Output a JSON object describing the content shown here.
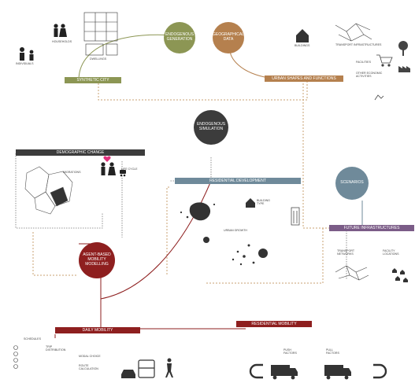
{
  "colors": {
    "olive": "#8c9654",
    "brown": "#b5804e",
    "dark": "#3c3c3c",
    "slate": "#6f8a9a",
    "purple": "#7b5c87",
    "red": "#8e1f1f",
    "heart": "#e0307b",
    "dotted": "#c8a070"
  },
  "circles": {
    "endo_gen": "ENDOGENOUS GENERATION",
    "geo_data": "GEOGRAPHICAL DATA",
    "endo_sim": "ENDOGENOUS SIMULATION",
    "scenarios": "SCENARIOS",
    "agent": "AGENT-BASED MOBILITY MODELLING"
  },
  "bars": {
    "synthetic": "SYNTHETIC CITY",
    "urban": "URBAN SHAPES AND FUNCTIONS",
    "demographic": "DEMOGRAPHIC CHANGE",
    "residential_dev": "RESIDENTIAL DEVELOPMENT",
    "future_infra": "FUTURE INFRASTRUCTURES",
    "daily": "DAILY MOBILITY",
    "residential_mob": "RESIDENTIAL MOBILITY"
  },
  "labels": {
    "individuals": "INDIVIDUALS",
    "households": "HOUSEHOLDS",
    "dwellings": "DWELLINGS",
    "buildings": "BUILDINGS",
    "transport_infra": "TRANSPORT INFRASTRUCTURES",
    "facilities": "FACILITIES",
    "economic": "OTHER ECONOMIC ACTIVITIES",
    "migrations": "MIGRATIONS",
    "life_cycle": "LIFE CYCLE",
    "urban_growth": "URBAN GROWTH",
    "building_type": "BUILDING TYPE",
    "transport_networks": "TRANSPORT NETWORKS",
    "facility_locations": "FACILITY LOCATIONS",
    "schedules": "SCHEDULES",
    "trip_distribution": "TRIP DISTRIBUTION",
    "modal_choice": "MODAL CHOICE",
    "route_calc": "ROUTE CALCULATION",
    "push": "PUSH FACTORS",
    "pull": "PULL FACTORS"
  }
}
